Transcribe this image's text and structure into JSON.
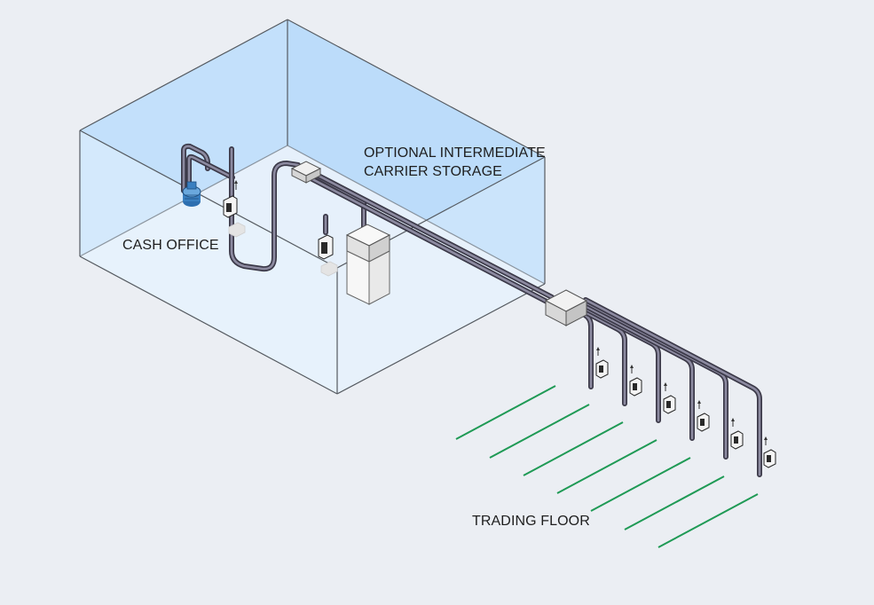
{
  "labels": {
    "cash_office": "CASH OFFICE",
    "storage_line1": "OPTIONAL INTERMEDIATE",
    "storage_line2": "CARRIER STORAGE",
    "trading_floor": "TRADING FLOOR"
  },
  "colors": {
    "background": "#ebeef3",
    "room_wall": "#bfdffb",
    "room_floor": "#e7f1fb",
    "tube": "#3b3948",
    "floor_line": "#1f9a55",
    "blower": "#3a7fc0"
  },
  "icons": [
    "blower-icon",
    "station-icon",
    "diverter-icon",
    "storage-unit-icon"
  ]
}
